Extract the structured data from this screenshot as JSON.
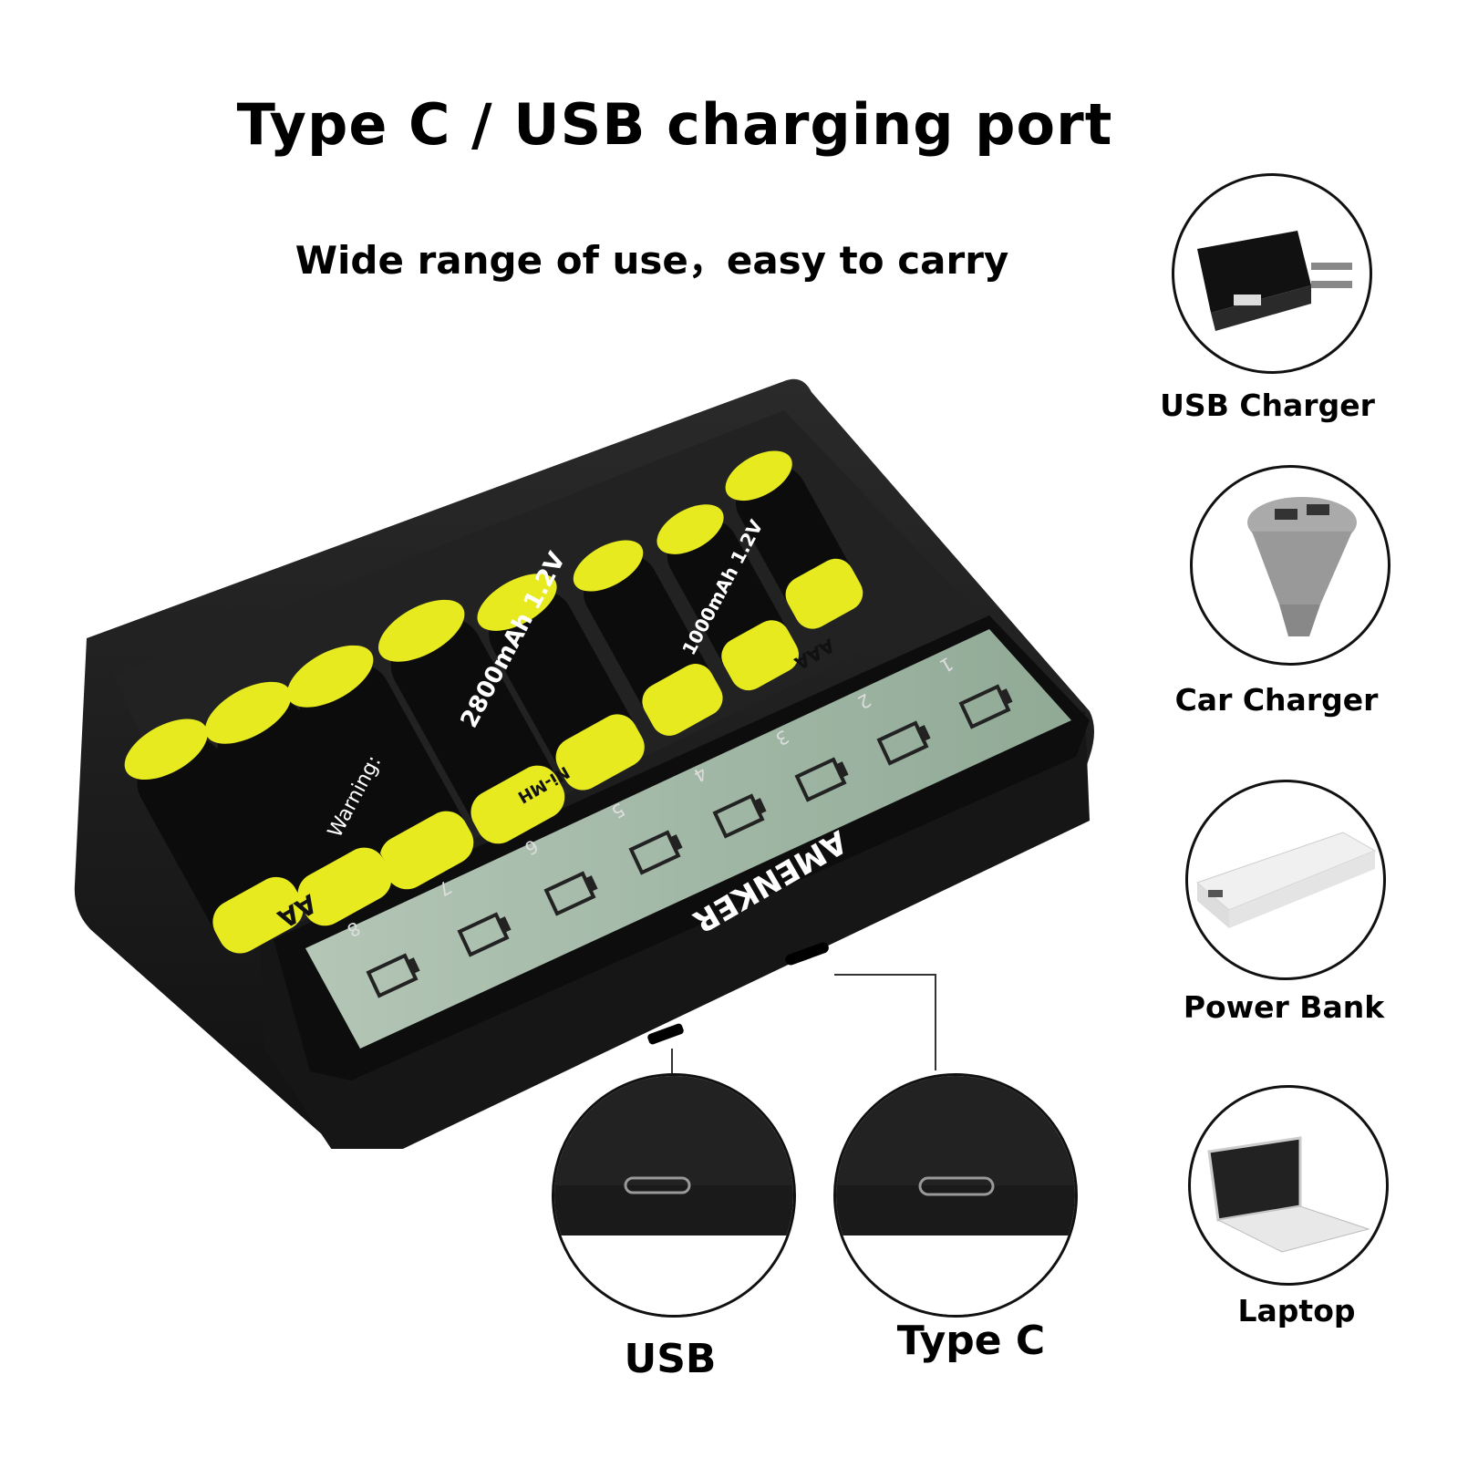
{
  "header": {
    "title": "Type C / USB charging port",
    "subtitle": "Wide range of use，easy to carry"
  },
  "product": {
    "brand": "AMENKER",
    "slot_numbers": [
      "1",
      "2",
      "3",
      "4",
      "5",
      "6",
      "7",
      "8"
    ],
    "battery_text": {
      "aa_capacity": "2800mAh 1.2V",
      "aaa_capacity": "1000mAh 1.2V",
      "chemistry": "Ni-MH",
      "aa_size": "AA",
      "aaa_size": "AAA",
      "warning": "Warning:"
    },
    "colors": {
      "battery_yellow": "#e6ea1f",
      "battery_body": "#0c0c0c",
      "charger_body": "#1c1c1c",
      "lcd_green": "#9fb8a3"
    }
  },
  "devices": [
    {
      "label": "USB Charger",
      "icon": "usb-wall-adapter-icon"
    },
    {
      "label": "Car Charger",
      "icon": "car-charger-icon"
    },
    {
      "label": "Power Bank",
      "icon": "power-bank-icon"
    },
    {
      "label": "Laptop",
      "icon": "laptop-icon"
    }
  ],
  "ports": [
    {
      "label": "USB",
      "icon": "micro-usb-port-icon"
    },
    {
      "label": "Type C",
      "icon": "usb-c-port-icon"
    }
  ]
}
